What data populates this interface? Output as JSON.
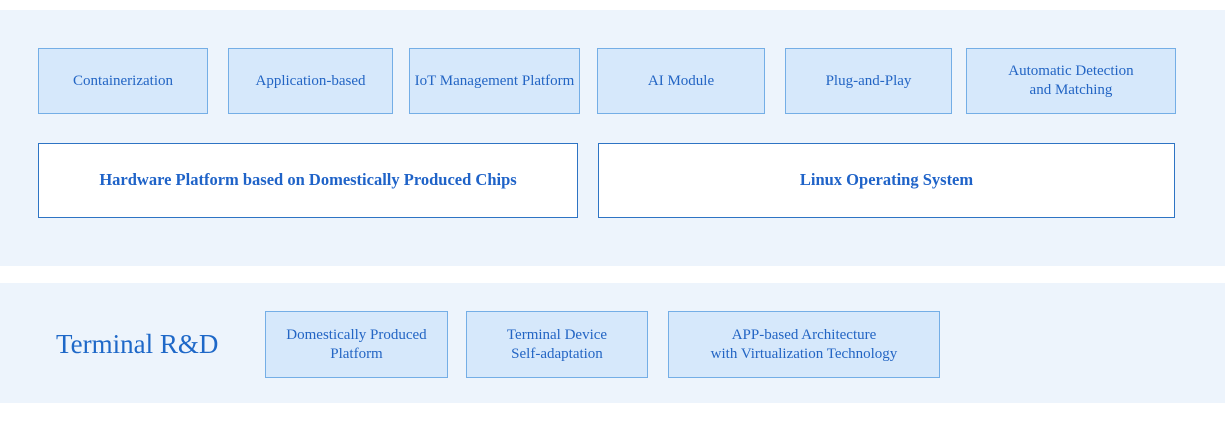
{
  "colors": {
    "band_background": "#edf4fc",
    "small_box_fill": "#d6e8fb",
    "small_box_border": "#74aee6",
    "large_box_border": "#2e74c4",
    "text_blue": "#2365c4",
    "title_blue": "#1e68c8"
  },
  "top_section": {
    "feature_boxes": [
      {
        "label": "Containerization"
      },
      {
        "label": "Application-based"
      },
      {
        "label": "IoT Management Platform"
      },
      {
        "label": "AI Module"
      },
      {
        "label": "Plug-and-Play"
      },
      {
        "label": "Automatic Detection\nand Matching"
      }
    ],
    "platform_boxes": [
      {
        "label": "Hardware Platform based on Domestically Produced Chips"
      },
      {
        "label": "Linux Operating System"
      }
    ]
  },
  "bottom_section": {
    "title": "Terminal R&D",
    "feature_boxes": [
      {
        "label": "Domestically Produced\nPlatform"
      },
      {
        "label": "Terminal Device\nSelf-adaptation"
      },
      {
        "label": "APP-based Architecture\nwith Virtualization Technology"
      }
    ]
  }
}
